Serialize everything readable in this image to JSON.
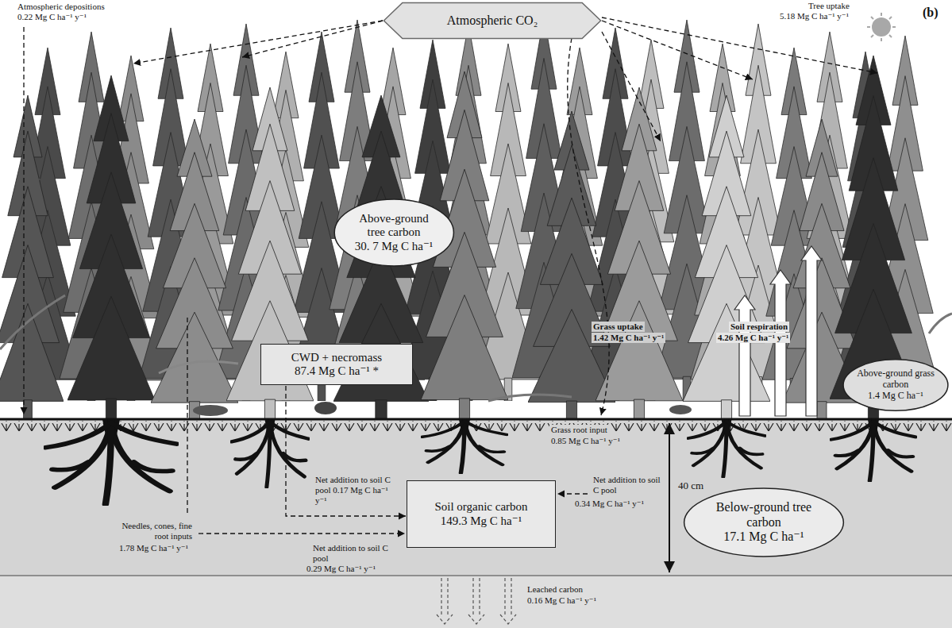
{
  "diagram": {
    "nodes": [
      {
        "text": [
          "Atmospheric CO₂"
        ]
      },
      {
        "text": [
          "Above-ground tree carbon",
          "30. 7 Mg C ha⁻¹"
        ]
      },
      {
        "text": [
          "CWD + necromass",
          "87.4 Mg C ha⁻¹ *"
        ]
      },
      {
        "text": [
          "Above-ground grass carbon",
          "1.4 Mg C ha⁻¹"
        ]
      },
      {
        "text": [
          "Soil organic carbon",
          "149.3 Mg C ha⁻¹"
        ]
      },
      {
        "text": [
          "Below-ground tree carbon",
          "17.1 Mg C ha⁻¹"
        ]
      }
    ],
    "edges": [
      {
        "from": 2,
        "to": 4,
        "arrow": "to",
        "label": "Net addition to soil C pool 0.17 Mg C ha⁻¹ y⁻¹"
      }
    ],
    "labels": [
      "(b)",
      "Atmospheric depositions",
      "0.22 Mg C ha⁻¹ y⁻¹",
      "Tree uptake",
      "5.18 Mg C ha⁻¹ y⁻¹",
      "Grass uptake",
      "1.42 Mg C ha⁻¹ y⁻¹",
      "Soil respiration",
      "4.26 Mg C ha⁻¹ y⁻¹",
      "Grass root input",
      "0.85 Mg C ha⁻¹ y⁻¹",
      "Net addition to soil C pool",
      "0.34 Mg C ha⁻¹ y⁻¹",
      "40 cm",
      "Needles, cones, fine root inputs",
      "1.78 Mg C ha⁻¹ y⁻¹",
      "Net addition to soil C pool",
      "0.29 Mg C ha⁻¹ y⁻¹",
      "Leached carbon",
      "0.16 Mg C ha⁻¹ y⁻¹"
    ]
  }
}
